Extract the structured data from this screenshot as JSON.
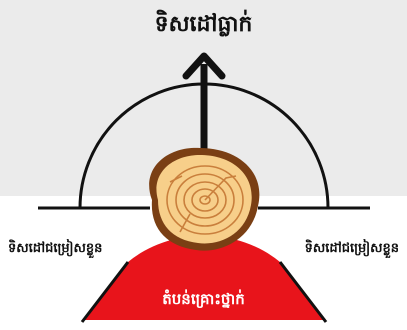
{
  "diagram": {
    "title": "ទិសដៅធ្លាក់",
    "left_label": "ទិសដៅជម្រៀសខ្លួន",
    "right_label": "ទិសដៅជម្រៀសខ្លួន",
    "danger_label": "តំបន់គ្រោះថ្នាក់",
    "colors": {
      "background_band": "#ebebeb",
      "danger_zone": "#e8141b",
      "wood_light": "#f7cf8a",
      "wood_dark": "#c97f3c",
      "bark": "#7a3f14",
      "line": "#111111"
    },
    "icons": [
      "up-arrow-icon",
      "tree-stump-icon"
    ]
  }
}
